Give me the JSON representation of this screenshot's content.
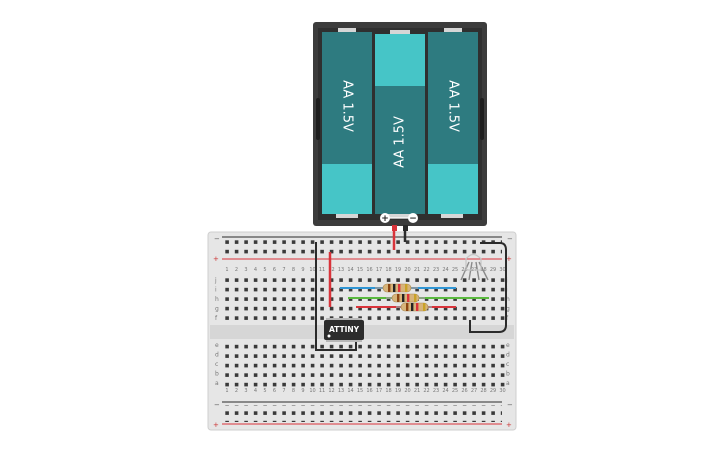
{
  "battery_pack": {
    "cells": [
      {
        "label": "AA 1.5V",
        "orientation": "pos-up"
      },
      {
        "label": "AA 1.5V",
        "orientation": "pos-down"
      },
      {
        "label": "AA 1.5V",
        "orientation": "pos-up"
      }
    ],
    "plus_symbol": "+",
    "minus_symbol": "−"
  },
  "breadboard": {
    "column_numbers": [
      "1",
      "2",
      "3",
      "4",
      "5",
      "6",
      "7",
      "8",
      "9",
      "10",
      "11",
      "12",
      "13",
      "14",
      "15",
      "16",
      "17",
      "18",
      "19",
      "20",
      "21",
      "22",
      "23",
      "24",
      "25",
      "26",
      "27",
      "28",
      "29",
      "30"
    ],
    "row_letters_top": [
      "j",
      "i",
      "h",
      "g",
      "f"
    ],
    "row_letters_bottom": [
      "e",
      "d",
      "c",
      "b",
      "a"
    ],
    "rail_plus": "+",
    "rail_minus": "−"
  },
  "chip": {
    "label": "ATTINY"
  },
  "colors": {
    "battery_case": "#3c3c3c",
    "cell_dark": "#2e7b80",
    "cell_light": "#46c5c7",
    "wire_red": "#d9333a",
    "wire_blue": "#2f95d4",
    "wire_green": "#5ab93e",
    "wire_black": "#2b2b2b",
    "breadboard": "#e6e6e6"
  }
}
